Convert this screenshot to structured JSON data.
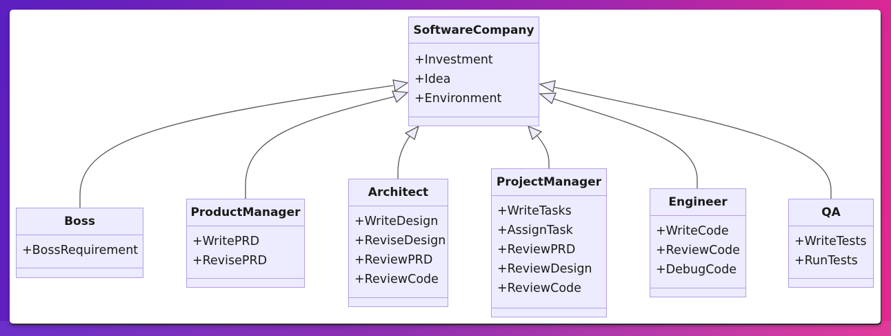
{
  "diagram": {
    "type": "uml-class-diagram",
    "relation": "inheritance",
    "colors": {
      "box_fill": "#ececfe",
      "box_border": "#b39ce6",
      "edge": "#555555",
      "text": "#1a1a1a"
    },
    "parent": {
      "name": "SoftwareCompany",
      "members": [
        "+Investment",
        "+Idea",
        "+Environment"
      ]
    },
    "children": [
      {
        "name": "Boss",
        "members": [
          "+BossRequirement"
        ]
      },
      {
        "name": "ProductManager",
        "members": [
          "+WritePRD",
          "+RevisePRD"
        ]
      },
      {
        "name": "Architect",
        "members": [
          "+WriteDesign",
          "+ReviseDesign",
          "+ReviewPRD",
          "+ReviewCode"
        ]
      },
      {
        "name": "ProjectManager",
        "members": [
          "+WriteTasks",
          "+AssignTask",
          "+ReviewPRD",
          "+ReviewDesign",
          "+ReviewCode"
        ]
      },
      {
        "name": "Engineer",
        "members": [
          "+WriteCode",
          "+ReviewCode",
          "+DebugCode"
        ]
      },
      {
        "name": "QA",
        "members": [
          "+WriteTests",
          "+RunTests"
        ]
      }
    ],
    "edges": [
      {
        "from": "Boss",
        "to": "SoftwareCompany"
      },
      {
        "from": "ProductManager",
        "to": "SoftwareCompany"
      },
      {
        "from": "Architect",
        "to": "SoftwareCompany"
      },
      {
        "from": "ProjectManager",
        "to": "SoftwareCompany"
      },
      {
        "from": "Engineer",
        "to": "SoftwareCompany"
      },
      {
        "from": "QA",
        "to": "SoftwareCompany"
      }
    ]
  }
}
